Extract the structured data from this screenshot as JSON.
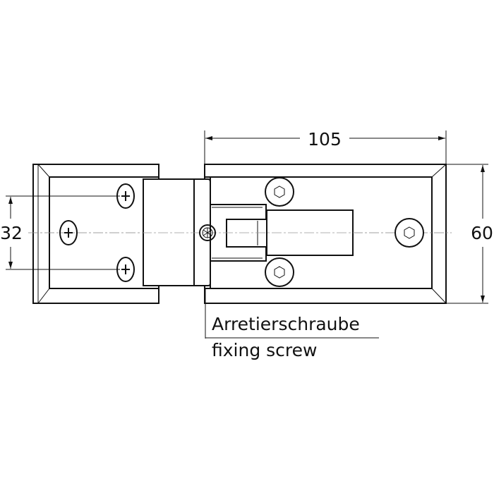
{
  "dimensions": {
    "width_label": "105",
    "height_label": "60",
    "hole_spacing_label": "32"
  },
  "callout": {
    "line1": "Arretierschraube",
    "line2": "fixing screw"
  },
  "colors": {
    "line": "#111111",
    "centerline": "#999999",
    "background": "#ffffff"
  }
}
